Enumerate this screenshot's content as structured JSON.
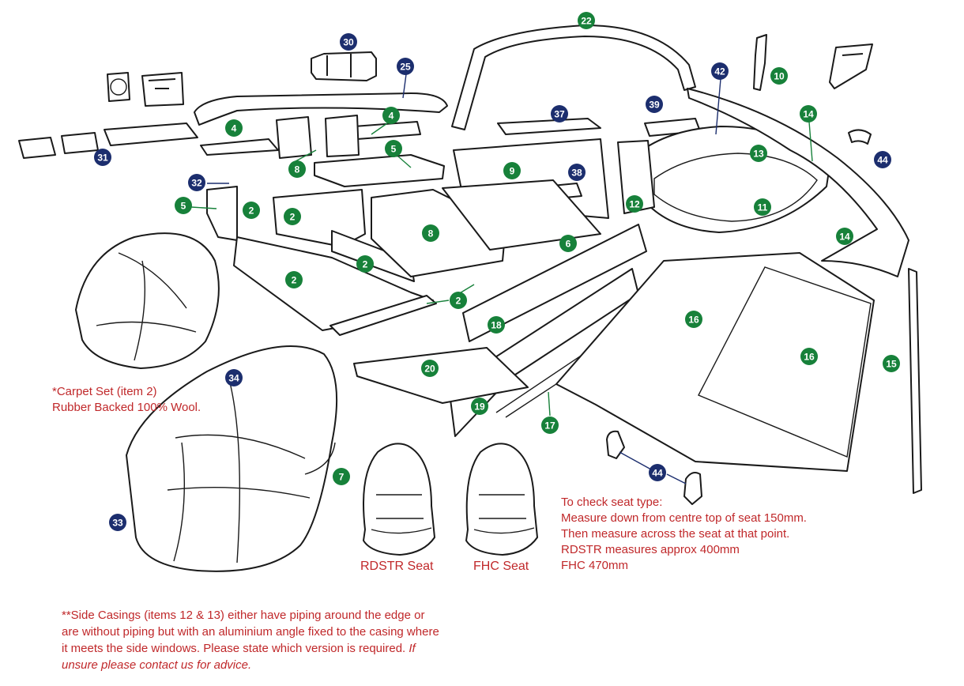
{
  "colors": {
    "green_badge": "#17813a",
    "navy_badge": "#1c2e6e",
    "note_text": "#c0282a",
    "outline": "#1a1a1a"
  },
  "callouts": [
    {
      "num": "22",
      "color": "green"
    },
    {
      "num": "30",
      "color": "navy"
    },
    {
      "num": "25",
      "color": "navy"
    },
    {
      "num": "42",
      "color": "navy"
    },
    {
      "num": "10",
      "color": "green"
    },
    {
      "num": "39",
      "color": "navy"
    },
    {
      "num": "14",
      "color": "green"
    },
    {
      "num": "37",
      "color": "navy"
    },
    {
      "num": "4",
      "color": "green"
    },
    {
      "num": "4",
      "color": "green"
    },
    {
      "num": "13",
      "color": "green"
    },
    {
      "num": "44",
      "color": "navy"
    },
    {
      "num": "31",
      "color": "navy"
    },
    {
      "num": "5",
      "color": "green"
    },
    {
      "num": "8",
      "color": "green"
    },
    {
      "num": "9",
      "color": "green"
    },
    {
      "num": "38",
      "color": "navy"
    },
    {
      "num": "32",
      "color": "navy"
    },
    {
      "num": "5",
      "color": "green"
    },
    {
      "num": "2",
      "color": "green"
    },
    {
      "num": "2",
      "color": "green"
    },
    {
      "num": "12",
      "color": "green"
    },
    {
      "num": "11",
      "color": "green"
    },
    {
      "num": "14",
      "color": "green"
    },
    {
      "num": "8",
      "color": "green"
    },
    {
      "num": "6",
      "color": "green"
    },
    {
      "num": "2",
      "color": "green"
    },
    {
      "num": "2",
      "color": "green"
    },
    {
      "num": "2",
      "color": "green"
    },
    {
      "num": "18",
      "color": "green"
    },
    {
      "num": "16",
      "color": "green"
    },
    {
      "num": "16",
      "color": "green"
    },
    {
      "num": "15",
      "color": "green"
    },
    {
      "num": "20",
      "color": "green"
    },
    {
      "num": "34",
      "color": "navy"
    },
    {
      "num": "19",
      "color": "green"
    },
    {
      "num": "17",
      "color": "green"
    },
    {
      "num": "44",
      "color": "navy"
    },
    {
      "num": "7",
      "color": "green"
    },
    {
      "num": "33",
      "color": "navy"
    }
  ],
  "notes": {
    "carpet_line1": "*Carpet Set (item 2)",
    "carpet_line2": "Rubber Backed 100% Wool.",
    "seat_check_line1": "To check seat type:",
    "seat_check_line2": "Measure down from centre top of seat 150mm.",
    "seat_check_line3": "Then measure across the seat at that point.",
    "seat_check_line4": "RDSTR measures approx 400mm",
    "seat_check_line5": "FHC 470mm",
    "side_casings": "**Side Casings (items 12 & 13) either have piping around the edge or are without piping but with an aluminium angle fixed to the casing where it meets the side windows. Please state which version is required.",
    "side_casings_italic": "If unsure please contact us for advice."
  },
  "seat_labels": {
    "rdstr": "RDSTR Seat",
    "fhc": "FHC Seat"
  }
}
